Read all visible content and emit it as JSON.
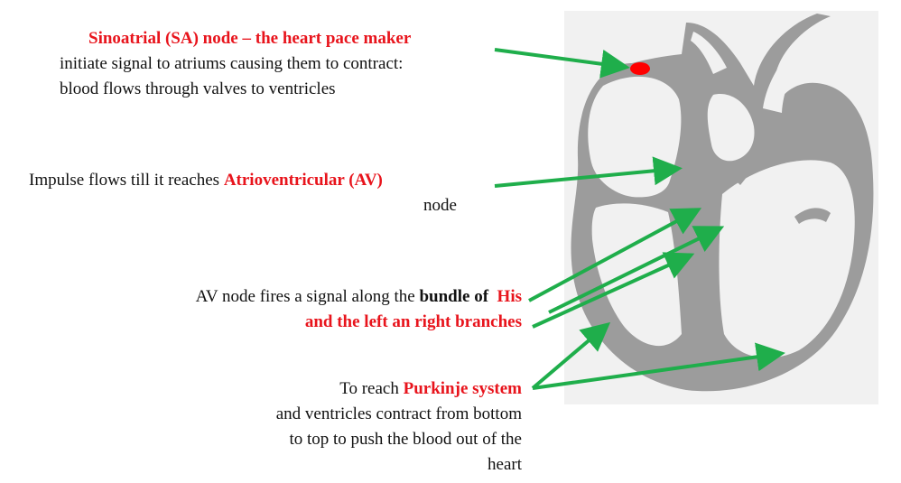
{
  "colors": {
    "highlight": "#e8141c",
    "arrow": "#1fae4b",
    "heart_tissue": "#9c9c9c",
    "heart_background": "#f1f1f1",
    "sa_node": "#ff0000"
  },
  "sa": {
    "title": "Sinoatrial (SA) node – the heart pace maker",
    "line1": "initiate signal to atriums causing them to contract:",
    "line2": "blood flows through valves to ventricles"
  },
  "av": {
    "prefix": "Impulse flows till it reaches ",
    "highlight": "Atrioventricular (AV)",
    "line2": "node"
  },
  "his": {
    "prefix": "AV node fires a signal along the ",
    "bold": "bundle of",
    "highlight1": "His",
    "line2": "and the left an right branches"
  },
  "purkinje": {
    "prefix": "To reach ",
    "highlight": "Purkinje system",
    "line2": "and ventricles contract from bottom",
    "line3": "to top to push the blood out of the",
    "line4": "heart"
  }
}
